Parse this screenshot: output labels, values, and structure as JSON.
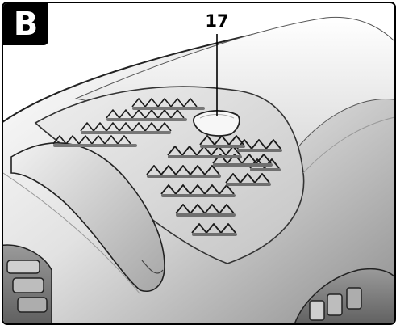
{
  "panel": {
    "label": "B"
  },
  "callouts": [
    {
      "number": "17"
    }
  ],
  "icons": {
    "illustration": "handheld-device-vents-illustration"
  }
}
